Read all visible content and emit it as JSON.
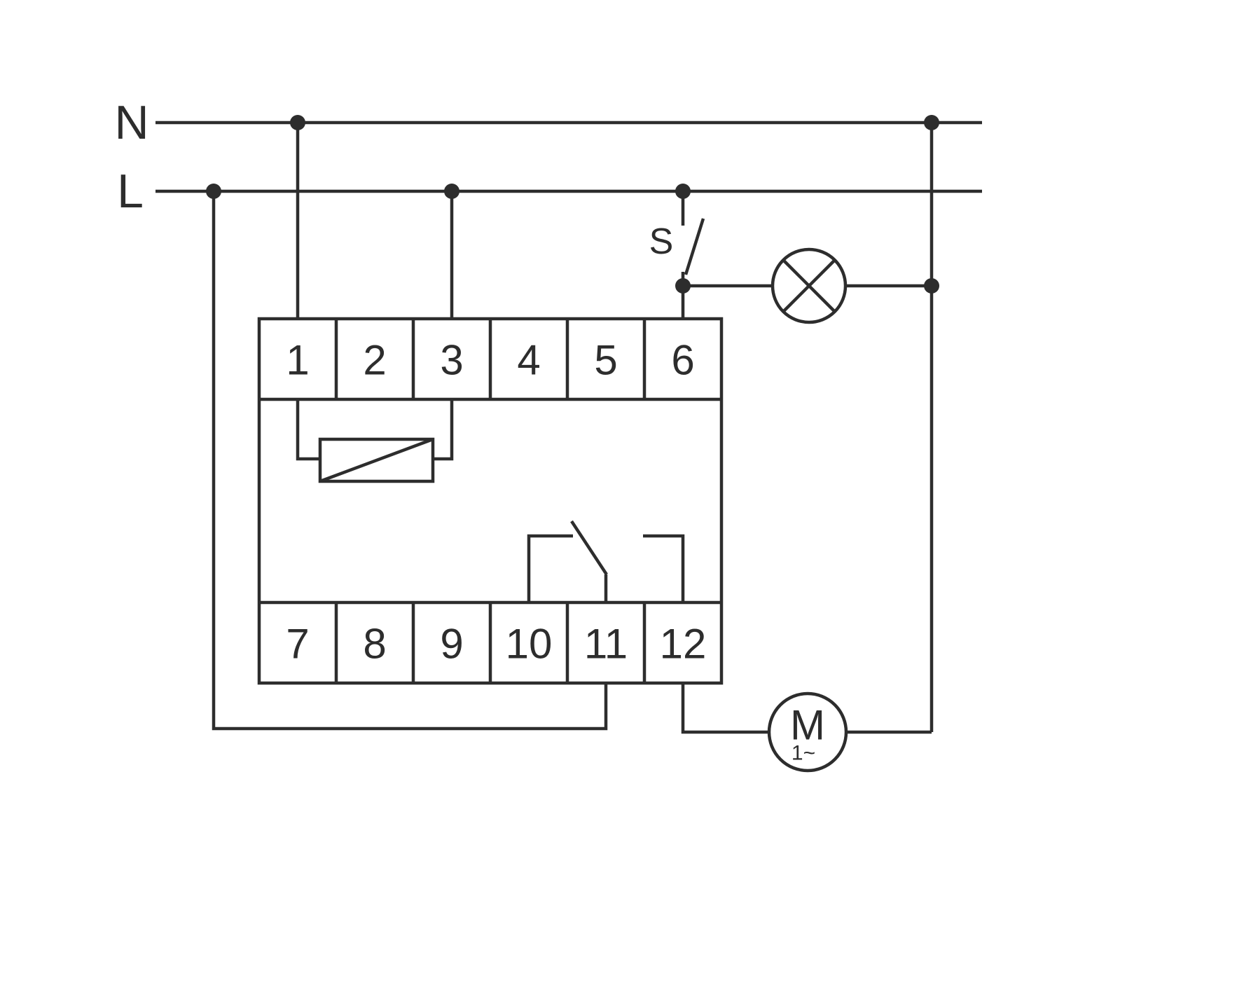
{
  "labels": {
    "neutral": "N",
    "line": "L",
    "switch": "S",
    "motor": "M",
    "motor_phase": "1~"
  },
  "terminals": {
    "top": [
      "1",
      "2",
      "3",
      "4",
      "5",
      "6"
    ],
    "bottom": [
      "7",
      "8",
      "9",
      "10",
      "11",
      "12"
    ]
  },
  "colors": {
    "stroke": "#2d2d2d",
    "background": "#ffffff"
  }
}
